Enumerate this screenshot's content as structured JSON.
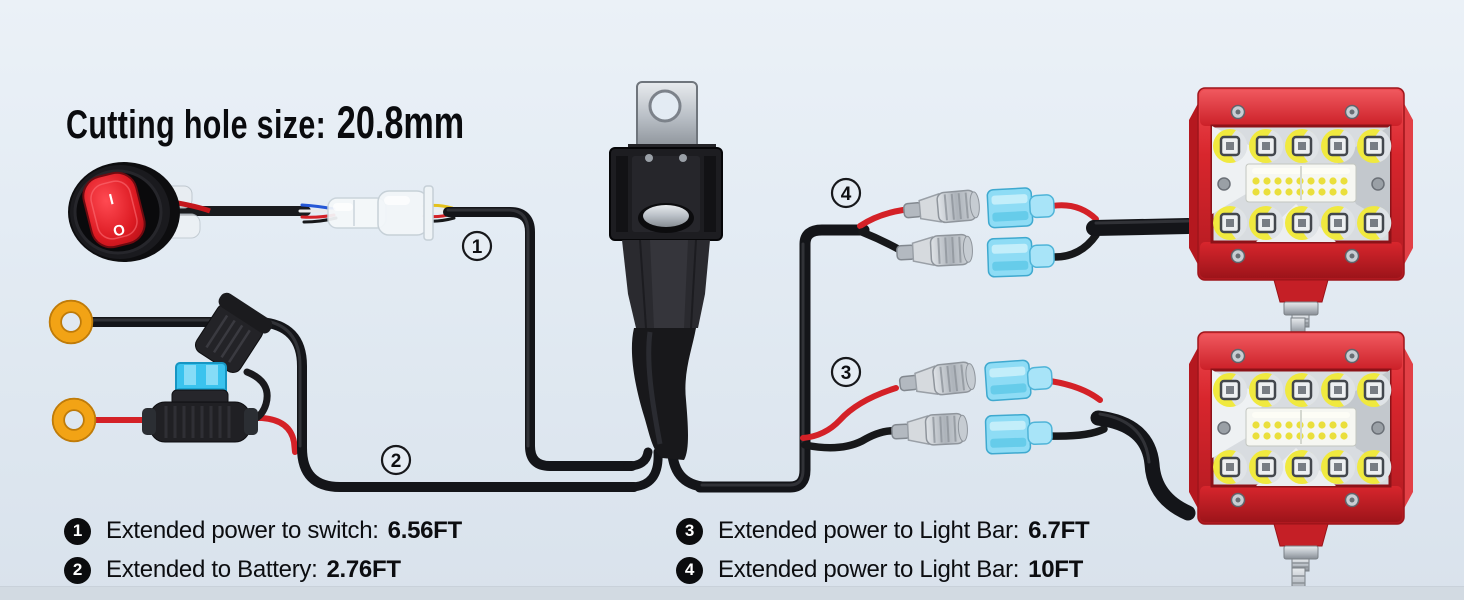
{
  "title": {
    "label": "Cutting hole size:",
    "value": "20.8mm"
  },
  "diagram": {
    "callouts": [
      "1",
      "2",
      "3",
      "4"
    ],
    "switch_markings": {
      "on": "I",
      "off": "O"
    },
    "components": [
      "rocker-switch",
      "bullet-connector",
      "ring-terminal",
      "fuse-holder",
      "relay",
      "spade-connector-metal",
      "spade-connector-blue",
      "led-light-bar"
    ]
  },
  "legend": {
    "items": [
      {
        "num": "1",
        "label": "Extended power to switch:",
        "value": "6.56FT"
      },
      {
        "num": "2",
        "label": "Extended to Battery:",
        "value": "2.76FT"
      },
      {
        "num": "3",
        "label": "Extended power to Light Bar:",
        "value": "6.7FT"
      },
      {
        "num": "4",
        "label": "Extended power to Light Bar:",
        "value": "10FT"
      }
    ]
  },
  "colors": {
    "background_top": "#ebf1f7",
    "background_bottom": "#d9e2ec",
    "accent_red": "#d7242b",
    "wire_black": "#1a1b1e",
    "wire_red": "#d42127",
    "fuse_blue": "#3ac3ee",
    "connector_blue": "#8edcf5",
    "ring_terminal_orange": "#f2a315",
    "text": "#0b0c0e"
  }
}
